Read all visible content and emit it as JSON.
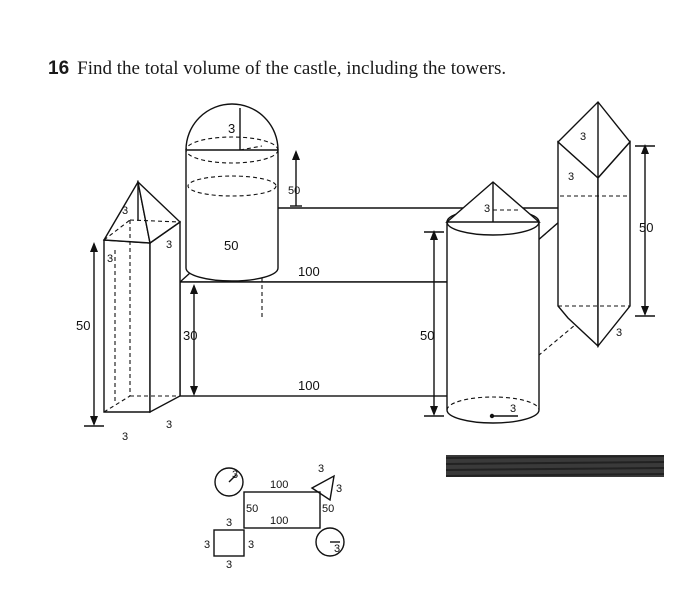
{
  "question": {
    "number": "16",
    "text": "Find the total volume of the castle, including the towers."
  },
  "labels": {
    "dome_radius": "3",
    "dome_height": "50",
    "left_tower_top_a": "3",
    "left_tower_top_b": "3",
    "left_tower_side": "3",
    "main_depth": "50",
    "main_top_length": "100",
    "main_height": "30",
    "main_bottom_length": "100",
    "left_tower_height": "50",
    "left_tower_base_a": "3",
    "left_tower_base_b": "3",
    "cone_radius": "3",
    "right_cyl_height": "50",
    "right_cyl_radius": "3",
    "prism_top_a": "3",
    "prism_top_b": "3",
    "prism_height": "50",
    "prism_base": "3"
  },
  "plan": {
    "circle_tl": "3",
    "top_len": "100",
    "tri_top": "3",
    "tri_side": "3",
    "left_depth": "50",
    "bottom_len": "100",
    "right_depth": "50",
    "sq_top": "3",
    "sq_left": "3",
    "sq_right": "3",
    "sq_bottom": "3",
    "circle_br": "3"
  }
}
